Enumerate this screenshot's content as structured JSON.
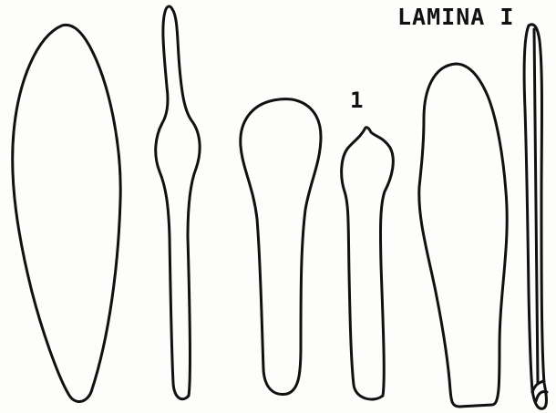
{
  "plate": {
    "title": "LAMINA I",
    "figure_label": "1"
  },
  "outlines": [
    {
      "name": "outline-broad-fusiform"
    },
    {
      "name": "outline-slender-knobbed"
    },
    {
      "name": "outline-spatulate"
    },
    {
      "name": "outline-figure-1-pointed"
    },
    {
      "name": "outline-obovate-truncate"
    },
    {
      "name": "outline-narrow-rod"
    }
  ],
  "colors": {
    "ink": "#111111",
    "paper": "#fdfdfb"
  }
}
